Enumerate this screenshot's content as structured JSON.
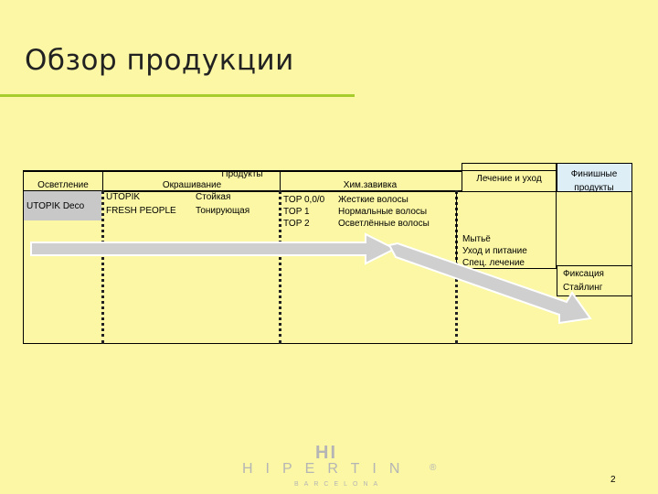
{
  "slide": {
    "title": "Обзор продукции",
    "page_number": "2"
  },
  "table": {
    "header_products": "Продукты",
    "col_lightening": "Осветление",
    "col_coloring": "Окрашивание",
    "col_perm": "Хим.завивка",
    "col_care": "Лечение и уход",
    "col_finishing": "Финишные продукты",
    "lightening_item": "UTOPIK Deco",
    "coloring_items": [
      {
        "name": "UTOPIK",
        "type": "Стойкая"
      },
      {
        "name": "FRESH PEOPLE",
        "type": "Тонирующая"
      }
    ],
    "perm_items": [
      {
        "code": "TOP 0,0/0",
        "desc": "Жесткие волосы"
      },
      {
        "code": "TOP 1",
        "desc": "Нормальные волосы"
      },
      {
        "code": "TOP 2",
        "desc": "Осветлённые волосы"
      }
    ],
    "care_items": [
      "Мытьё",
      "Уход и питание",
      "Спец. лечение"
    ],
    "finishing_items": [
      "Фиксация",
      "Стайлинг"
    ]
  },
  "logo": {
    "brand_short": "HI",
    "brand": "HIPERTIN",
    "city": "BARCELONA",
    "registered": "®"
  },
  "colors": {
    "background": "#fbf7a4",
    "accent_rule": "#a6cd2c",
    "arrow": "#cfcfcf",
    "arrow_edge": "#ffffff",
    "logo": "#b5b5b5"
  }
}
